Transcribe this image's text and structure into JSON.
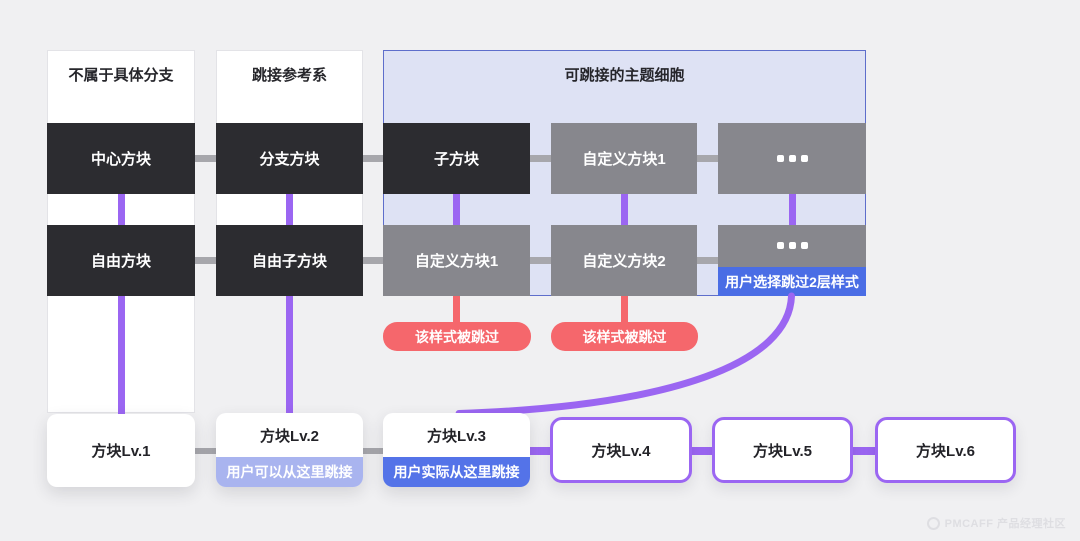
{
  "colors": {
    "canvas_bg": "#f0f0f2",
    "dark_block": "#2c2c30",
    "gray_block": "#87878d",
    "connector_gray": "#a7a7ac",
    "purple": "#9b66f2",
    "theme_box_bg": "#dee2f4",
    "theme_box_border": "#5e6ecb",
    "red": "#f5676c",
    "skip_blue": "#4a6de5",
    "jump_blue": "#5473e8",
    "jump_light_blue": "#a9b4ef"
  },
  "columns": [
    {
      "title": "不属于具体分支",
      "blocks": [
        "中心方块",
        "自由方块"
      ]
    },
    {
      "title": "跳接参考系",
      "blocks": [
        "分支方块",
        "自由子方块"
      ]
    }
  ],
  "theme_box": {
    "title": "可跳接的主题细胞",
    "row1": {
      "block1": "子方块",
      "block2": "自定义方块1",
      "block3_icon": "ellipsis-dots"
    },
    "row2": {
      "block1": "自定义方块1",
      "block2": "自定义方块2",
      "block3_icon": "ellipsis-dots",
      "skip_label": "用户选择跳过2层样式"
    }
  },
  "skip_notes": {
    "note1": "该样式被跳过",
    "note2": "该样式被跳过"
  },
  "levels": {
    "lv1": "方块Lv.1",
    "lv2": "方块Lv.2",
    "lv2_sub": "用户可以从这里跳接",
    "lv3": "方块Lv.3",
    "lv3_sub": "用户实际从这里跳接",
    "lv4": "方块Lv.4",
    "lv5": "方块Lv.5",
    "lv6": "方块Lv.6"
  },
  "watermark": "PMCAFF 产品经理社区"
}
